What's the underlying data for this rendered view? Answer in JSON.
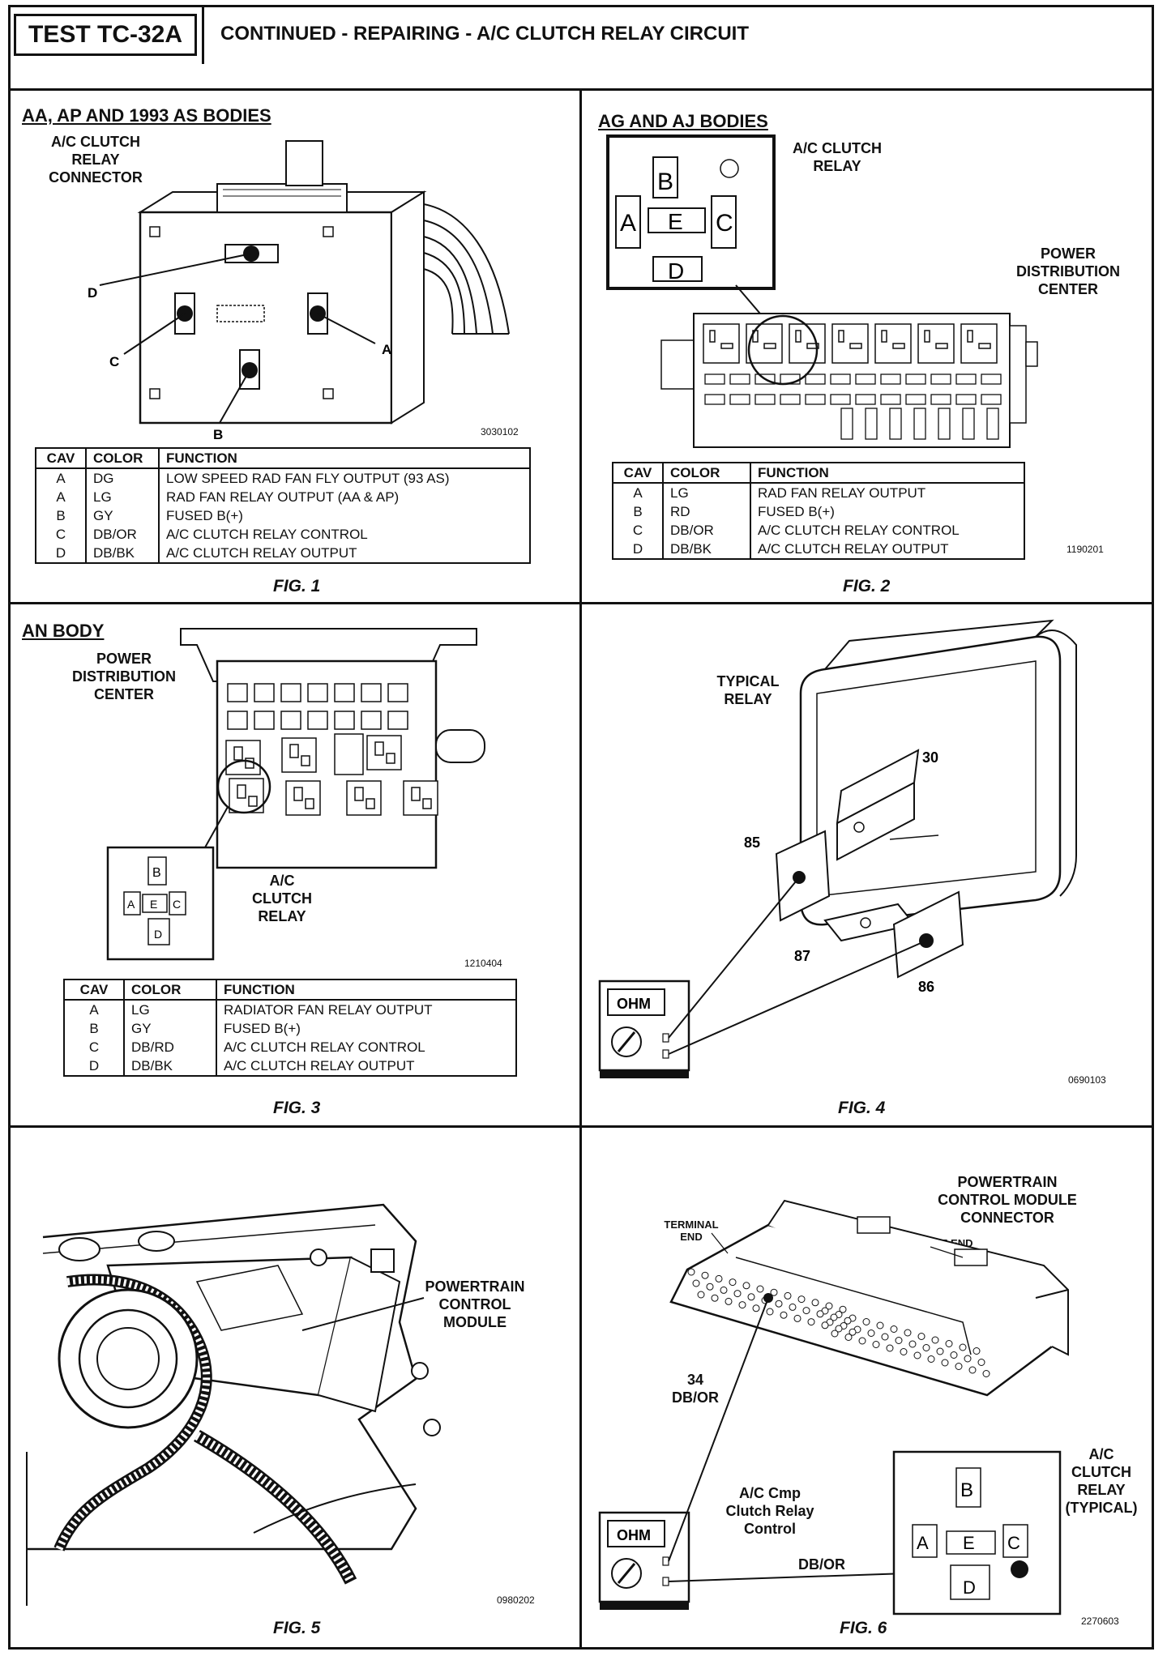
{
  "header": {
    "test_id": "TEST TC-32A",
    "title": "CONTINUED - REPAIRING - A/C CLUTCH RELAY CIRCUIT"
  },
  "fig1": {
    "title": "AA, AP AND 1993 AS BODIES",
    "connector_label": "A/C CLUTCH\nRELAY\nCONNECTOR",
    "pins": [
      "A",
      "B",
      "C",
      "D"
    ],
    "code": "3030102",
    "table": {
      "headers": [
        "CAV",
        "COLOR",
        "FUNCTION"
      ],
      "rows": [
        [
          "A",
          "DG",
          "LOW SPEED RAD FAN FLY OUTPUT (93 AS)"
        ],
        [
          "A",
          "LG",
          "RAD FAN RELAY OUTPUT (AA & AP)"
        ],
        [
          "B",
          "GY",
          "FUSED B(+)"
        ],
        [
          "C",
          "DB/OR",
          "A/C CLUTCH RELAY CONTROL"
        ],
        [
          "D",
          "DB/BK",
          "A/C CLUTCH RELAY OUTPUT"
        ]
      ]
    },
    "caption": "FIG. 1"
  },
  "fig2": {
    "title": "AG AND AJ BODIES",
    "relay_label": "A/C CLUTCH\nRELAY",
    "pdc_label": "POWER\nDISTRIBUTION\nCENTER",
    "pins": [
      "A",
      "B",
      "C",
      "D",
      "E"
    ],
    "code": "1190201",
    "table": {
      "headers": [
        "CAV",
        "COLOR",
        "FUNCTION"
      ],
      "rows": [
        [
          "A",
          "LG",
          "RAD FAN RELAY OUTPUT"
        ],
        [
          "B",
          "RD",
          "FUSED B(+)"
        ],
        [
          "C",
          "DB/OR",
          "A/C CLUTCH RELAY CONTROL"
        ],
        [
          "D",
          "DB/BK",
          "A/C CLUTCH RELAY OUTPUT"
        ]
      ]
    },
    "caption": "FIG. 2"
  },
  "fig3": {
    "title": "AN BODY",
    "pdc_label": "POWER\nDISTRIBUTION\nCENTER",
    "relay_label": "A/C\nCLUTCH\nRELAY",
    "pins": [
      "A",
      "B",
      "C",
      "D",
      "E"
    ],
    "code": "1210404",
    "table": {
      "headers": [
        "CAV",
        "COLOR",
        "FUNCTION"
      ],
      "rows": [
        [
          "A",
          "LG",
          "RADIATOR FAN RELAY OUTPUT"
        ],
        [
          "B",
          "GY",
          "FUSED B(+)"
        ],
        [
          "C",
          "DB/RD",
          "A/C CLUTCH RELAY CONTROL"
        ],
        [
          "D",
          "DB/BK",
          "A/C CLUTCH RELAY OUTPUT"
        ]
      ]
    },
    "caption": "FIG. 3"
  },
  "fig4": {
    "relay_label": "TYPICAL\nRELAY",
    "terminals": [
      "30",
      "85",
      "87",
      "86"
    ],
    "meter_label": "OHM",
    "code": "0690103",
    "caption": "FIG. 4"
  },
  "fig5": {
    "pcm_label": "POWERTRAIN\nCONTROL\nMODULE",
    "code": "0980202",
    "caption": "FIG. 5"
  },
  "fig6": {
    "connector_label": "POWERTRAIN\nCONTROL MODULE\nCONNECTOR",
    "terminal_end": "TERMINAL\nEND",
    "wire_end": "WIRE END",
    "pin_label": "34\nDB/OR",
    "probe_label": "A/C Cmp\nClutch Relay\nControl",
    "wire_label": "DB/OR",
    "relay_label": "A/C\nCLUTCH\nRELAY\n(TYPICAL)",
    "meter_label": "OHM",
    "pins": [
      "A",
      "B",
      "C",
      "D",
      "E"
    ],
    "code": "2270603",
    "caption": "FIG. 6"
  }
}
